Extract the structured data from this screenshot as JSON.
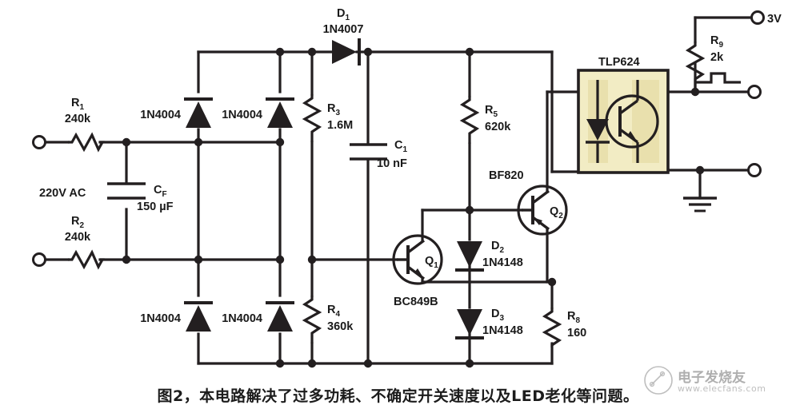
{
  "figure": {
    "caption": "图2，本电路解决了过多功耗、不确定开关速度以及LED老化等问题。",
    "watermark_name": "电子发烧友",
    "watermark_url": "www.elecfans.com"
  },
  "source": {
    "label": "220V AC"
  },
  "components": {
    "r1": {
      "ref": "R",
      "sub": "1",
      "value": "240k"
    },
    "r2": {
      "ref": "R",
      "sub": "2",
      "value": "240k"
    },
    "r3": {
      "ref": "R",
      "sub": "3",
      "value": "1.6M"
    },
    "r4": {
      "ref": "R",
      "sub": "4",
      "value": "360k"
    },
    "r5": {
      "ref": "R",
      "sub": "5",
      "value": "620k"
    },
    "r8": {
      "ref": "R",
      "sub": "8",
      "value": "160"
    },
    "r9": {
      "ref": "R",
      "sub": "9",
      "value": "2k"
    },
    "cf": {
      "ref": "C",
      "sub": "F",
      "value": "150 µF"
    },
    "c1": {
      "ref": "C",
      "sub": "1",
      "value": "10 nF"
    },
    "d1": {
      "ref": "D",
      "sub": "1",
      "value": "1N4007"
    },
    "d2": {
      "ref": "D",
      "sub": "2",
      "value": "1N4148"
    },
    "d3": {
      "ref": "D",
      "sub": "3",
      "value": "1N4148"
    },
    "q1": {
      "ref": "Q",
      "sub": "1",
      "value": "BC849B"
    },
    "q2": {
      "ref": "Q",
      "sub": "2",
      "value": "BF820"
    },
    "bridge_d_tl": "1N4004",
    "bridge_d_tr": "1N4004",
    "bridge_d_bl": "1N4004",
    "bridge_d_br": "1N4004",
    "optocoupler": "TLP624"
  },
  "nodes": {
    "supply_3v": "3V"
  },
  "colors": {
    "wire": "#231f20",
    "ic_fill": "#f2ecc4",
    "ic_inner": "#e9e0ad",
    "text": "#1a1a1a",
    "background": "#ffffff"
  }
}
